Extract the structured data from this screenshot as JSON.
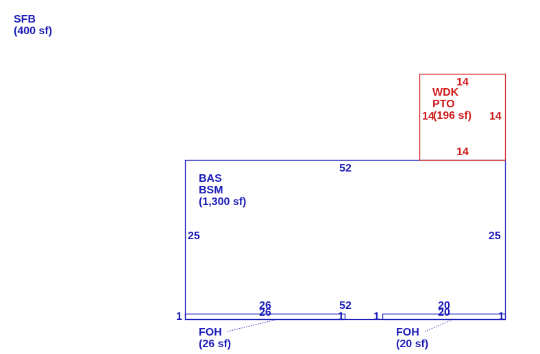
{
  "colors": {
    "main": "#1a1ab8",
    "deck": "#d01818",
    "leader": "#1a1ab8"
  },
  "sfb": {
    "code": "SFB",
    "area": "(400 sf)"
  },
  "deck": {
    "code1": "WDK",
    "code2": "PTO",
    "area": "(196 sf)",
    "dim_top": "14",
    "dim_bottom": "14",
    "dim_left": "14",
    "dim_right": "14"
  },
  "main": {
    "code1": "BAS",
    "code2": "BSM",
    "area": "(1,300 sf)",
    "dim_top": "52",
    "dim_bottom": "52",
    "dim_left": "25",
    "dim_right": "25"
  },
  "foh_left": {
    "code": "FOH",
    "area": "(26 sf)",
    "dim_top": "26",
    "dim_bottom": "26",
    "dim_left": "1",
    "dim_right": "1"
  },
  "foh_right": {
    "code": "FOH",
    "area": "(20 sf)",
    "dim_top": "20",
    "dim_bottom": "20",
    "dim_left": "1",
    "dim_right": "1"
  }
}
